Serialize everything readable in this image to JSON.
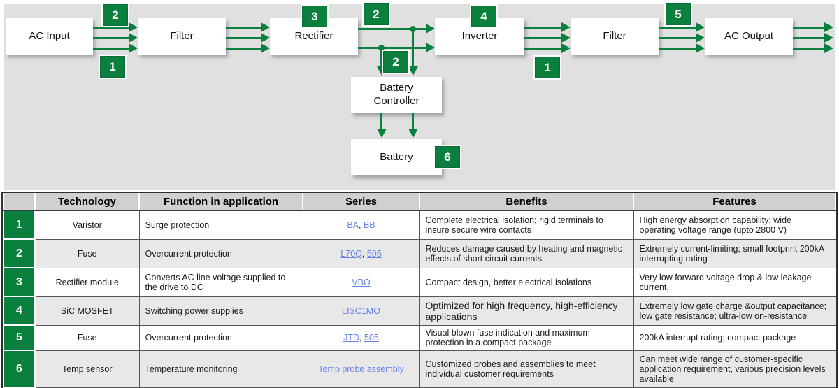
{
  "colors": {
    "accent_green": "#0b7f3e",
    "diagram_background": "#e0e0e0",
    "link_blue": "#6583e8",
    "header_gray": "#d0d0d0",
    "alt_row_gray": "#e8e8e8"
  },
  "diagram": {
    "blocks": [
      {
        "id": "ac-input",
        "label": "AC Input"
      },
      {
        "id": "filter-1",
        "label": "Filter"
      },
      {
        "id": "rectifier",
        "label": "Rectifier"
      },
      {
        "id": "inverter",
        "label": "Inverter"
      },
      {
        "id": "filter-2",
        "label": "Filter"
      },
      {
        "id": "ac-output",
        "label": "AC Output"
      },
      {
        "id": "battery-controller",
        "label": "Battery Controller"
      },
      {
        "id": "battery",
        "label": "Battery"
      }
    ],
    "badges": [
      {
        "label": "2"
      },
      {
        "label": "1"
      },
      {
        "label": "3"
      },
      {
        "label": "2"
      },
      {
        "label": "2"
      },
      {
        "label": "4"
      },
      {
        "label": "1"
      },
      {
        "label": "5"
      },
      {
        "label": "6"
      }
    ]
  },
  "table": {
    "headers": [
      "",
      "Technology",
      "Function in application",
      "Series",
      "Benefits",
      "Features"
    ],
    "rows": [
      {
        "num": "1",
        "technology": "Varistor",
        "function": "Surge protection",
        "series": [
          {
            "label": "BA"
          },
          {
            "label": "BB"
          }
        ],
        "benefits": "Complete electrical isolation; rigid terminals to insure secure wire contacts",
        "features": "High energy absorption capability; wide operating voltage range (upto 2800 V)"
      },
      {
        "num": "2",
        "technology": "Fuse",
        "function": "Overcurrent protection",
        "series": [
          {
            "label": "L70Q"
          },
          {
            "label": "505"
          }
        ],
        "benefits": "Reduces damage caused by heating and magnetic effects of short circuit currents",
        "features": "Extremely current-limiting; small footprint 200kA interrupting rating"
      },
      {
        "num": "3",
        "technology": "Rectifier module",
        "function": "Converts AC line voltage supplied to the drive to DC",
        "series": [
          {
            "label": "VBO"
          }
        ],
        "benefits": "Compact design, better electrical isolations",
        "features": "Very low forward voltage drop & low leakage current,"
      },
      {
        "num": "4",
        "technology": "SiC MOSFET",
        "function": "Switching power supplies",
        "series": [
          {
            "label": "LISC1MO"
          }
        ],
        "benefits": "Optimized for high frequency, high-efficiency applications",
        "features": "Extremely low gate charge &output capacitance; low gate resistance; ultra-low on-resistance"
      },
      {
        "num": "5",
        "technology": "Fuse",
        "function": "Overcurrent protection",
        "series": [
          {
            "label": "JTD"
          },
          {
            "label": "505"
          }
        ],
        "benefits": "Visual blown fuse indication and maximum protection in a compact package",
        "features": "200kA  interrupt rating; compact package"
      },
      {
        "num": "6",
        "technology": "Temp sensor",
        "function": "Temperature monitoring",
        "series": [
          {
            "label": "Temp probe assembly"
          }
        ],
        "benefits": "Customized probes and assemblies to meet individual customer requirements",
        "features": "Can meet wide range of customer-specific application requirement, various precision levels available"
      }
    ]
  }
}
